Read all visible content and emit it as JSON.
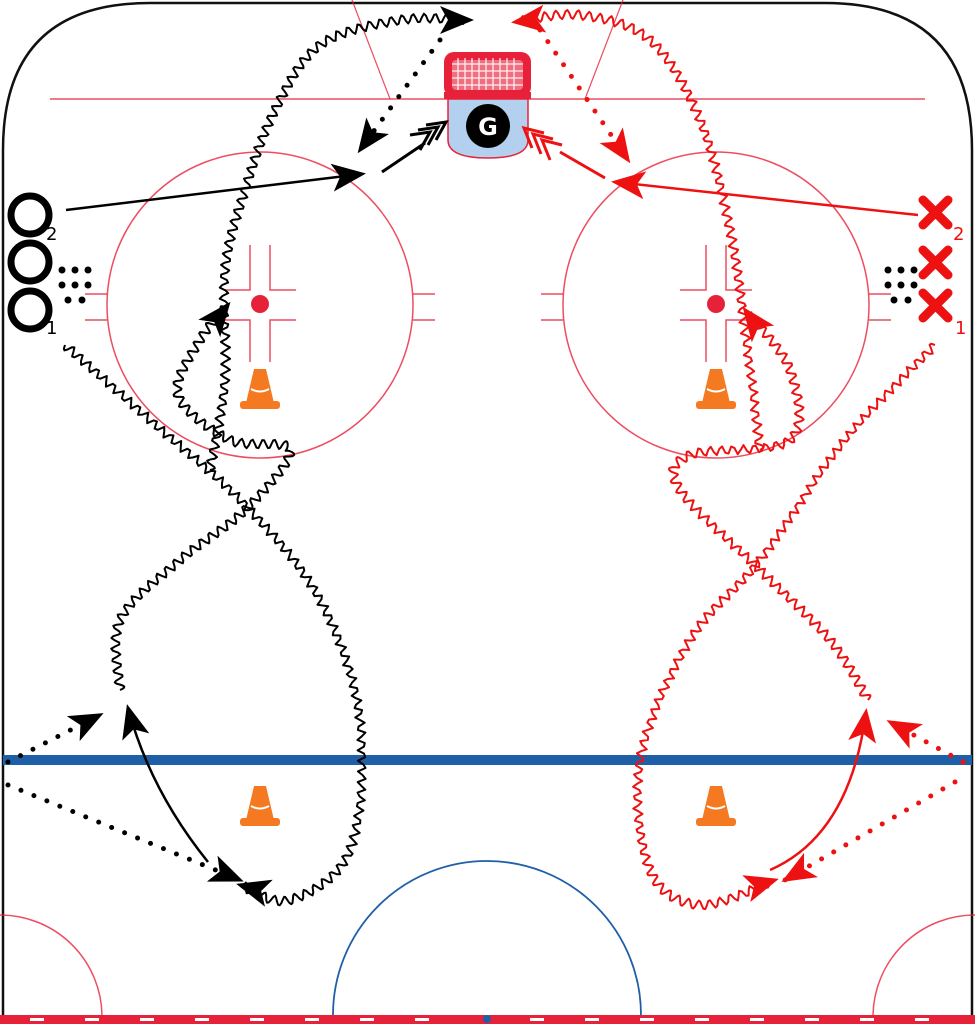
{
  "diagram": {
    "goalie_label": "G",
    "player_sub_labels": {
      "top": "2",
      "bottom": "1"
    },
    "team_black": {
      "color": "#000000",
      "marker": "circle-O"
    },
    "team_red": {
      "color": "#ee1111",
      "marker": "X"
    },
    "rink_colors": {
      "boards": "#111111",
      "red_line": "#e8213a",
      "blue_line": "#1e5fa8",
      "crease": "#b3d1ee",
      "cone": "#f47920"
    },
    "icons": [
      "goal-net-icon",
      "cone-icon",
      "puck-icon",
      "arrow-head-icon"
    ]
  }
}
